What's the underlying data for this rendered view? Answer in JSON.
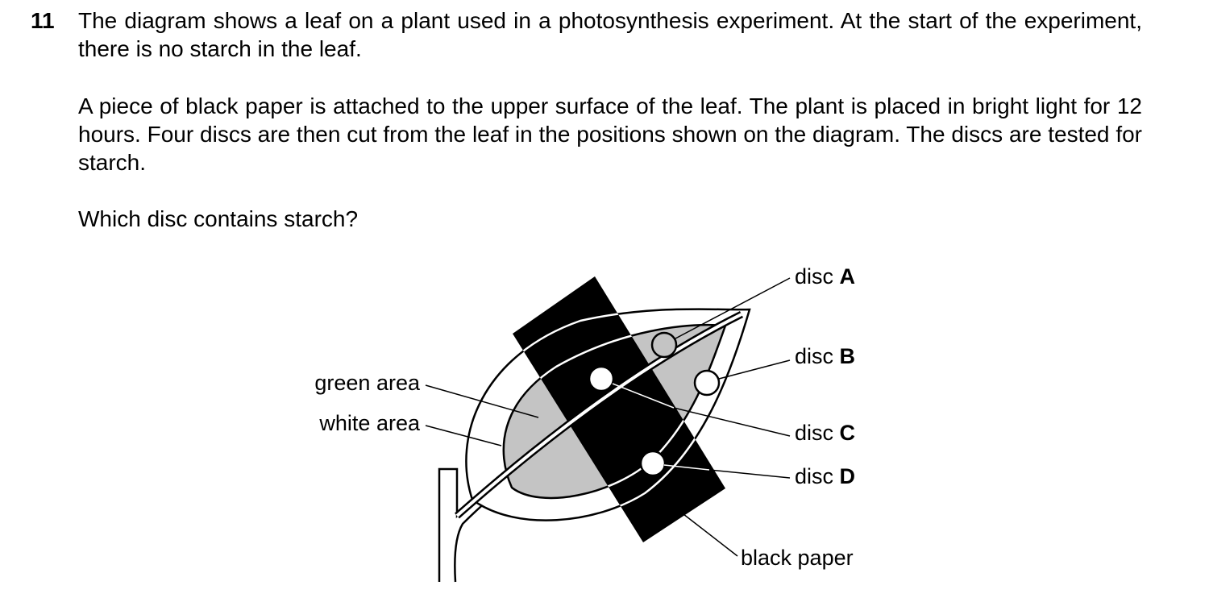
{
  "question": {
    "number": "11",
    "paragraph_1": "The diagram shows a leaf on a plant used in a photosynthesis experiment. At the start of the experiment, there is no starch in the leaf.",
    "paragraph_2": "A piece of black paper is attached to the upper surface of the leaf. The plant is placed in bright light for 12 hours. Four discs are then cut from the leaf in the positions shown on the diagram. The discs are tested for starch.",
    "prompt": "Which disc contains starch?"
  },
  "diagram": {
    "labels": {
      "green_area": "green area",
      "white_area": "white area",
      "disc_word": "disc",
      "disc_a": "A",
      "disc_b": "B",
      "disc_c": "C",
      "disc_d": "D",
      "black_paper": "black paper"
    },
    "colors": {
      "green_area": "#c4c4c4",
      "white_area": "#ffffff",
      "black_paper": "#000000"
    }
  }
}
